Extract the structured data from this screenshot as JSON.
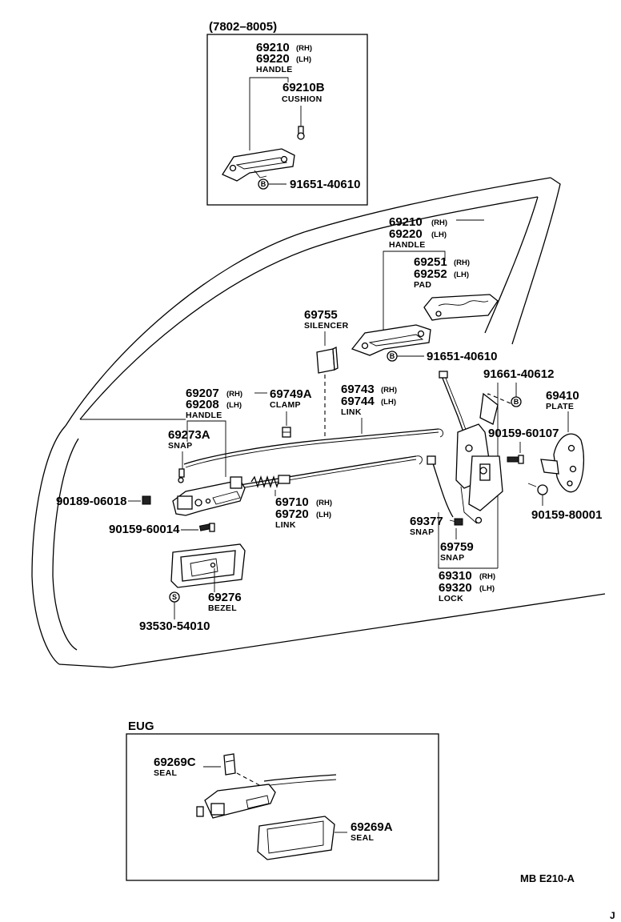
{
  "inset_top": {
    "range": "(7802–8005)",
    "handle": {
      "pn_rh": "69210",
      "sfx_rh": "(RH)",
      "pn_lh": "69220",
      "sfx_lh": "(LH)",
      "name": "HANDLE"
    },
    "cushion": {
      "pn": "69210B",
      "name": "CUSHION"
    },
    "screw": {
      "symbol": "B",
      "pn": "91651-40610"
    }
  },
  "main": {
    "outer_handle": {
      "pn_rh": "69210",
      "sfx_rh": "(RH)",
      "pn_lh": "69220",
      "sfx_lh": "(LH)",
      "name": "HANDLE"
    },
    "pad": {
      "pn_rh": "69251",
      "sfx_rh": "(RH)",
      "pn_lh": "69252",
      "sfx_lh": "(LH)",
      "name": "PAD"
    },
    "silencer": {
      "pn": "69755",
      "name": "SILENCER"
    },
    "handle_screw": {
      "symbol": "B",
      "pn": "91651-40610"
    },
    "lock_screw": {
      "pn": "91661-40612",
      "symbol": "B"
    },
    "inner_handle": {
      "pn_rh": "69207",
      "sfx_rh": "(RH)",
      "pn_lh": "69208",
      "sfx_lh": "(LH)",
      "name": "HANDLE"
    },
    "clamp": {
      "pn": "69749A",
      "name": "CLAMP"
    },
    "link_upper": {
      "pn_rh": "69743",
      "sfx_rh": "(RH)",
      "pn_lh": "69744",
      "sfx_lh": "(LH)",
      "name": "LINK"
    },
    "plate": {
      "pn": "69410",
      "name": "PLATE"
    },
    "snap_a": {
      "pn": "69273A",
      "name": "SNAP"
    },
    "bolt_plate_upper": {
      "pn": "90159-60107"
    },
    "clip_left": {
      "pn": "90189-06018"
    },
    "link_lower": {
      "pn_rh": "69710",
      "sfx_rh": "(RH)",
      "pn_lh": "69720",
      "sfx_lh": "(LH)",
      "name": "LINK"
    },
    "bolt_plate_lower": {
      "pn": "90159-80001"
    },
    "snap_377": {
      "pn": "69377",
      "name": "SNAP"
    },
    "bolt_handle": {
      "pn": "90159-60014"
    },
    "snap_759": {
      "pn": "69759",
      "name": "SNAP"
    },
    "lock": {
      "pn_rh": "69310",
      "sfx_rh": "(RH)",
      "pn_lh": "69320",
      "sfx_lh": "(LH)",
      "name": "LOCK"
    },
    "bezel": {
      "pn": "69276",
      "name": "BEZEL"
    },
    "bezel_screw": {
      "symbol": "S",
      "pn": "93530-54010"
    }
  },
  "inset_bottom": {
    "title": "EUG",
    "seal_c": {
      "pn": "69269C",
      "name": "SEAL"
    },
    "seal_a": {
      "pn": "69269A",
      "name": "SEAL"
    }
  },
  "footer": {
    "code": "MB  E210-A",
    "corner": "J"
  }
}
